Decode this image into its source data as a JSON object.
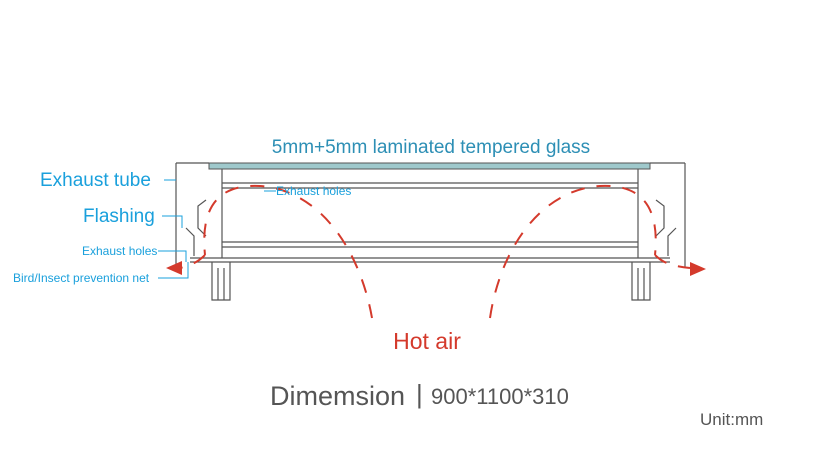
{
  "glass_label": "5mm+5mm laminated tempered glass",
  "labels": {
    "exhaust_tube": "Exhaust tube",
    "flashing": "Flashing",
    "exhaust_holes_top": "Exhaust holes",
    "exhaust_holes_side": "Exhaust holes",
    "bird_net": "Bird/Insect prevention net"
  },
  "hot_air": "Hot air",
  "dimension": {
    "label": "Dimemsion",
    "separator": "|",
    "value": "900*1100*310"
  },
  "unit": "Unit:mm",
  "colors": {
    "label_blue": "#1aa0dc",
    "glass_text": "#2d8fb5",
    "glass_fill": "#9fc9cc",
    "airflow_red": "#d43a2c",
    "frame_gray": "#555555"
  }
}
